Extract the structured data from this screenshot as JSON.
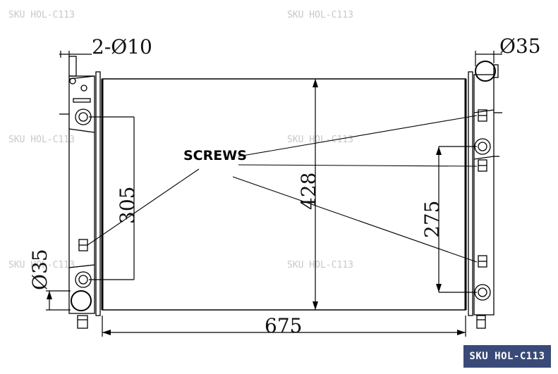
{
  "watermark": "SKU HOL-C113",
  "badge": "SKU HOL-C113",
  "callout": "SCREWS",
  "dimensions": {
    "inlet_holes": "2-Ø10",
    "outlet_right": "Ø35",
    "outlet_left": "Ø35",
    "height_core": "428",
    "width_core": "675",
    "left_mount": "305",
    "right_mount": "275"
  }
}
